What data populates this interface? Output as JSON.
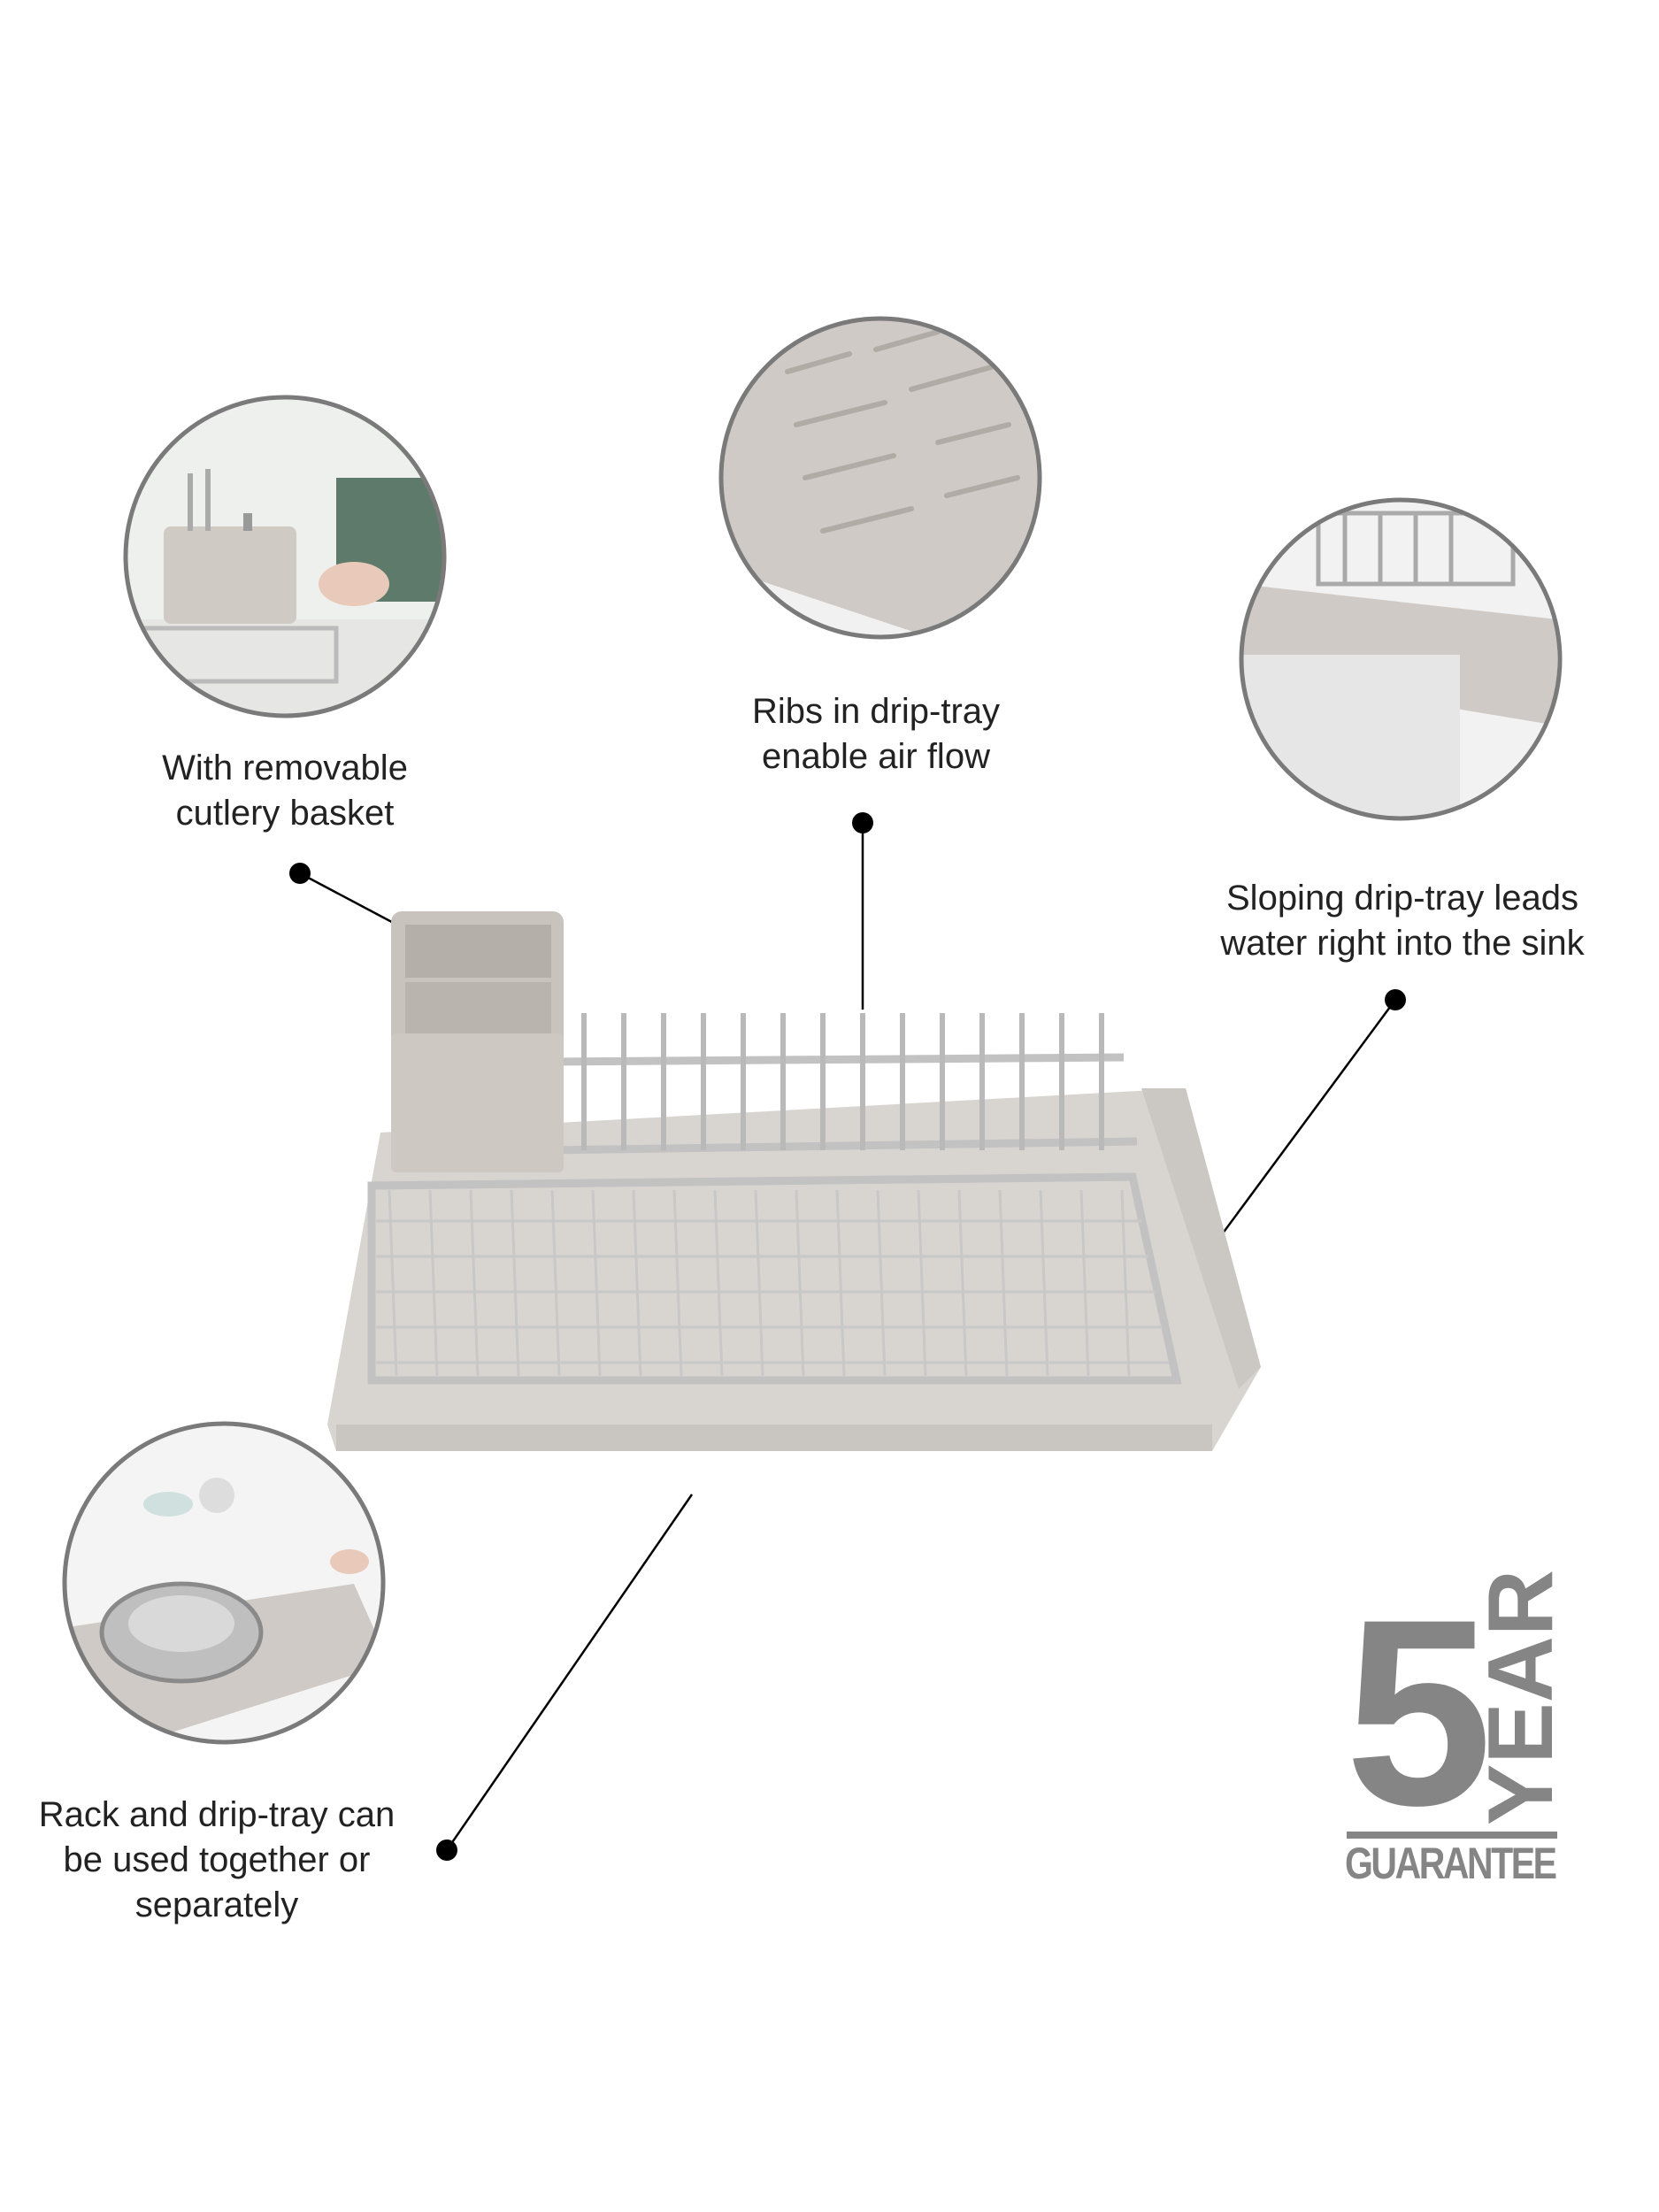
{
  "features": [
    {
      "name": "cutlery-basket",
      "lines": [
        "With removable",
        "cutlery basket"
      ]
    },
    {
      "name": "ribs",
      "lines": [
        "Ribs in drip-tray",
        "enable air flow"
      ]
    },
    {
      "name": "sloping-tray",
      "lines": [
        "Sloping drip-tray leads",
        "water right into the sink"
      ]
    },
    {
      "name": "separate-use",
      "lines": [
        "Rack and drip-tray can",
        "be used together or",
        "separately"
      ]
    }
  ],
  "guarantee": {
    "number": "5",
    "unit": "YEAR",
    "label": "GUARANTEE"
  },
  "colors": {
    "tray": "#d8d5d1",
    "metal": "#c9c9c9",
    "logo": "#858585",
    "circle_border": "#7a7a7a"
  }
}
